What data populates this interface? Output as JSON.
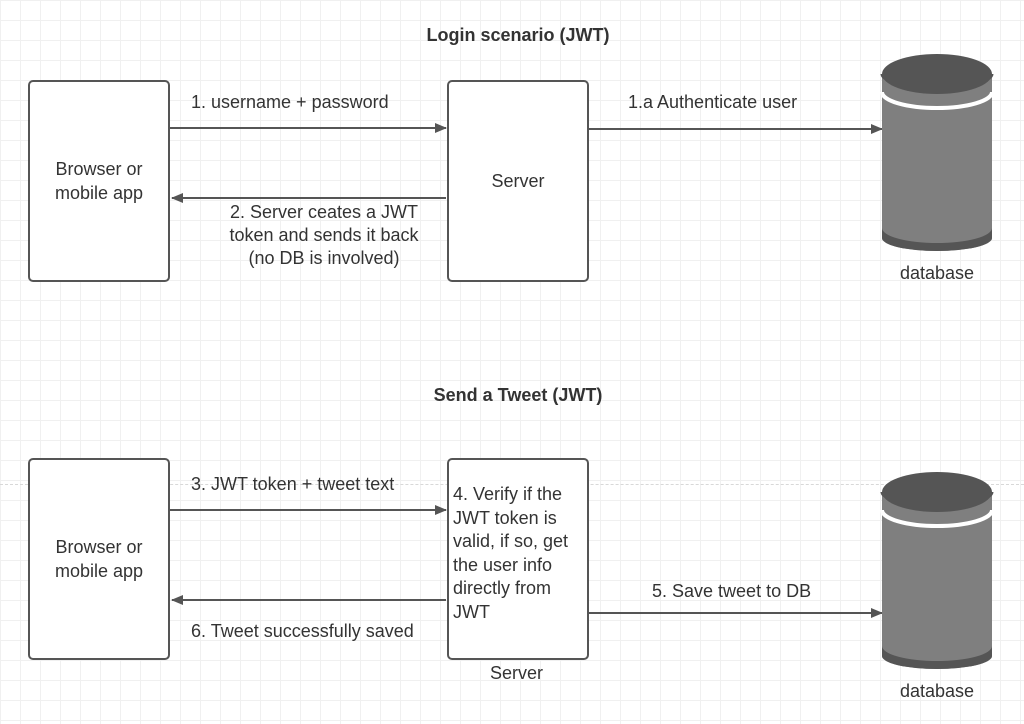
{
  "diagram": {
    "login": {
      "title": "Login scenario (JWT)",
      "client_label": "Browser or\nmobile app",
      "server_label": "Server",
      "database_label": "database",
      "arrows": {
        "request": "1. username + password",
        "authenticate": "1.a Authenticate user",
        "response": "2. Server ceates a JWT\ntoken and sends it back\n(no DB is involved)"
      }
    },
    "tweet": {
      "title": "Send a Tweet (JWT)",
      "client_label": "Browser or\nmobile app",
      "server_note": "4. Verify if the\nJWT token is\nvalid, if so, get\nthe user info\ndirectly from\nJWT",
      "server_label": "Server",
      "database_label": "database",
      "arrows": {
        "request": "3. JWT token + tweet text",
        "save": "5. Save tweet to DB",
        "response": "6. Tweet successfully saved"
      }
    },
    "colors": {
      "line": "#555555",
      "database_body": "#7f7f7f",
      "database_top": "#555555",
      "text": "#333333"
    }
  }
}
